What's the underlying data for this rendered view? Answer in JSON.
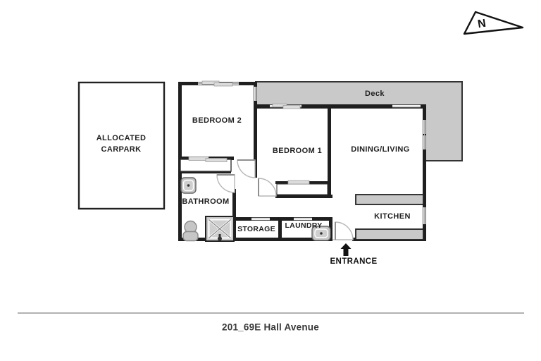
{
  "title": "Floor plan",
  "colors": {
    "wall": "#1f1f1f",
    "deck_fill": "#c9c9c9",
    "deck_border": "#333333",
    "counter_fill": "#c9c9c9",
    "counter_border": "#222222",
    "footer_line": "#999999"
  },
  "north_indicator": {
    "label": "N"
  },
  "carpark": {
    "line1": "ALLOCATED",
    "line2": "CARPARK"
  },
  "deck": {
    "label": "Deck"
  },
  "rooms": {
    "bedroom2": "BEDROOM 2",
    "bedroom1": "BEDROOM 1",
    "dining_living": "DINING/LIVING",
    "bathroom": "BATHROOM",
    "storage": "STORAGE",
    "laundry": "LAUNDRY",
    "kitchen": "KITCHEN"
  },
  "entrance": {
    "label": "ENTRANCE"
  },
  "fixtures": {
    "bathroom_sink": "bathroom-sink",
    "toilet": "toilet",
    "shower": "shower",
    "laundry_tub": "laundry-tub",
    "kitchen_counters": "kitchen-counters"
  },
  "footer": {
    "address": "201_69E Hall Avenue"
  }
}
